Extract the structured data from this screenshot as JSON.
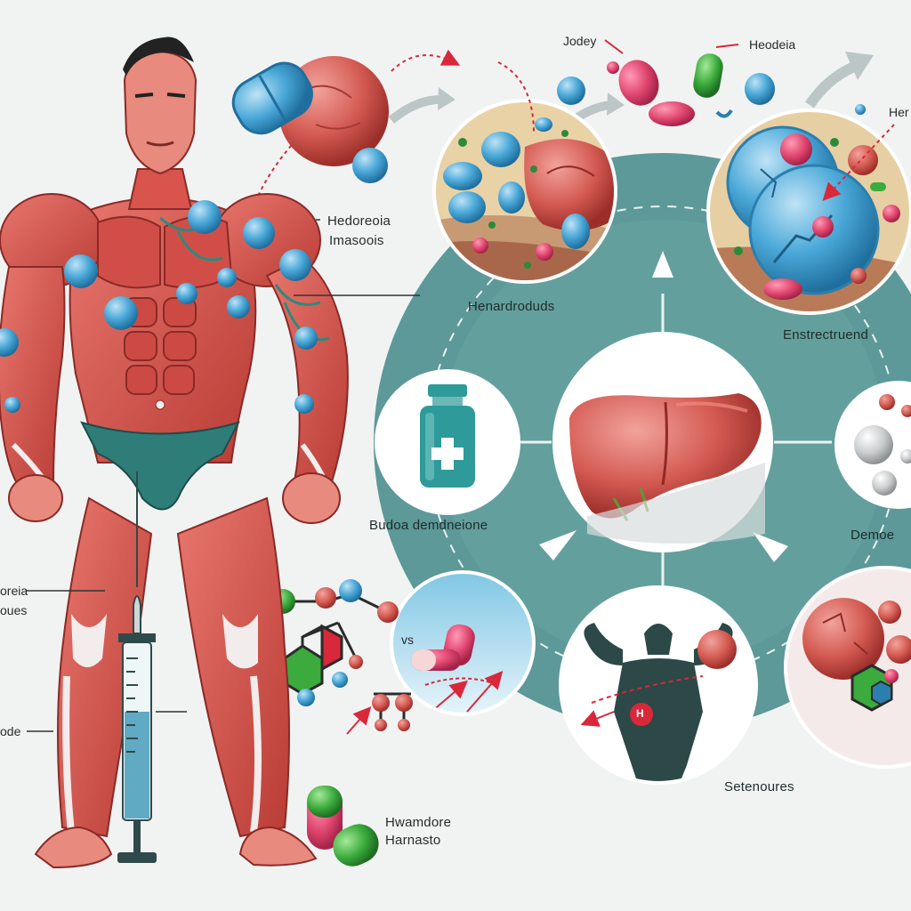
{
  "labels": {
    "top_left_a": "Jodey",
    "top_right_a": "Heodeia",
    "top_right_cut": "Her",
    "body_label_1": "Hedoreoia",
    "body_label_2": "Imasoois",
    "ring_top_left": "Henardroduds",
    "ring_top_right": "Enstrectruend",
    "ring_mid_left": "Budoa demdneione",
    "ring_mid_right": "Demoe",
    "leg_label_1": "oreia",
    "leg_label_2": "oues",
    "leg_label_3": "ode",
    "vs": "vs",
    "bottom_pill_1": "Hwamdore",
    "bottom_pill_2": "Harnasto",
    "ring_bottom": "Setenoures",
    "badge_h": "H"
  },
  "colors": {
    "background": "#f1f3f3",
    "muscle": "#d8544d",
    "muscle_dark": "#a8312d",
    "teal_ring": "#4f8d8c",
    "teal_light": "#9fcdc9",
    "blue_pill": "#4aa8d8",
    "pink_pill": "#e0466f",
    "green_pill": "#3aab3c",
    "liver": "#c8403a",
    "bottle_teal": "#2f9a9a"
  }
}
